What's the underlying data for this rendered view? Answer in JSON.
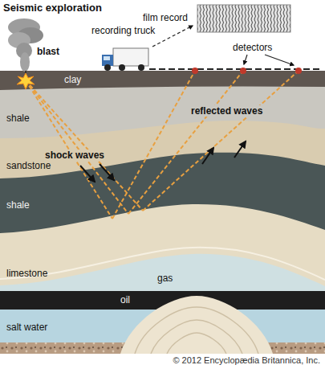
{
  "diagram": {
    "title": "Seismic exploration",
    "labels": [
      "blast",
      "recording truck",
      "film record",
      "detectors",
      "clay",
      "shale",
      "reflected waves",
      "shock waves",
      "sandstone",
      "shale",
      "limestone",
      "gas",
      "oil",
      "salt water",
      "© 2012 Encyclopædia Britannica, Inc."
    ]
  }
}
